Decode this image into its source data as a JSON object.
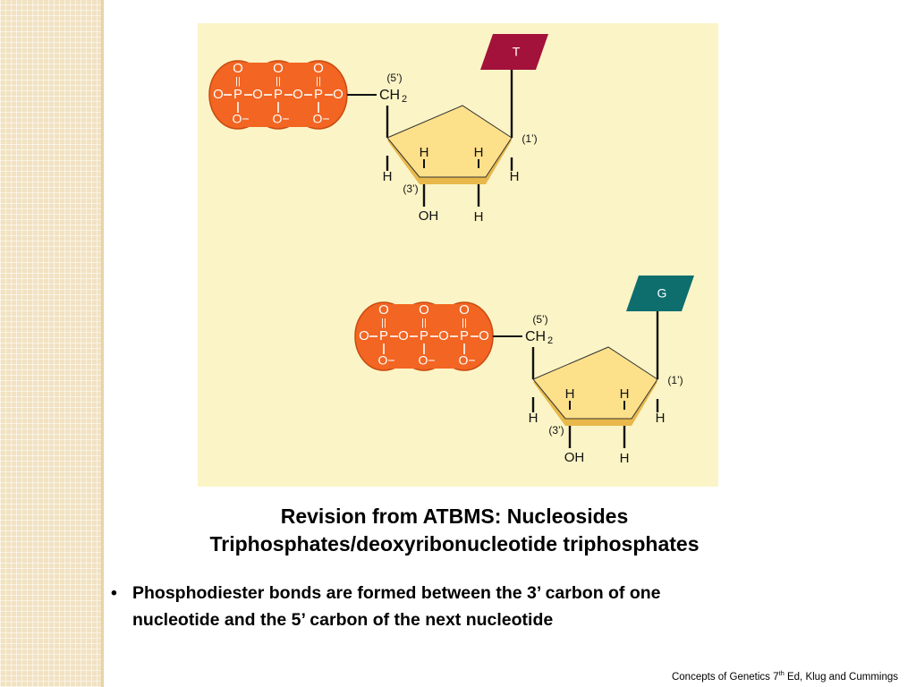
{
  "diagram": {
    "nucleotides": [
      {
        "base_label": "T",
        "base_color": "#a3123a",
        "phosphate": {
          "o": "O",
          "p": "P",
          "o_minus": "O−",
          "bond": "||"
        },
        "carbon_5": "(5’)",
        "ch2": "CH",
        "ch2_sub": "2",
        "carbon_1": "(1’)",
        "carbon_3": "(3’)",
        "h": "H",
        "oh": "OH"
      },
      {
        "base_label": "G",
        "base_color": "#0e6e6e",
        "phosphate": {
          "o": "O",
          "p": "P",
          "o_minus": "O−",
          "bond": "||"
        },
        "carbon_5": "(5’)",
        "ch2": "CH",
        "ch2_sub": "2",
        "carbon_1": "(1’)",
        "carbon_3": "(3’)",
        "h": "H",
        "oh": "OH"
      }
    ],
    "colors": {
      "panel": "#fbf4c6",
      "phosphate_fill": "#f26522",
      "phosphate_stroke": "#c94a10",
      "sugar_fill": "#fde08a",
      "sugar_shadow": "#e8b84a",
      "text_white": "#ffffff"
    }
  },
  "slide": {
    "title_line1": "Revision from ATBMS:  Nucleosides",
    "title_line2": "Triphosphates/deoxyribonucleotide triphosphates",
    "bullets": [
      {
        "marker": "•",
        "line1": "Phosphodiester bonds are formed between the 3’ carbon of one",
        "line2": "nucleotide and the 5’ carbon of the next nucleotide"
      }
    ],
    "footer": {
      "pre": "Concepts of Genetics 7",
      "sup": "th",
      "post": " Ed, Klug and Cummings"
    }
  }
}
